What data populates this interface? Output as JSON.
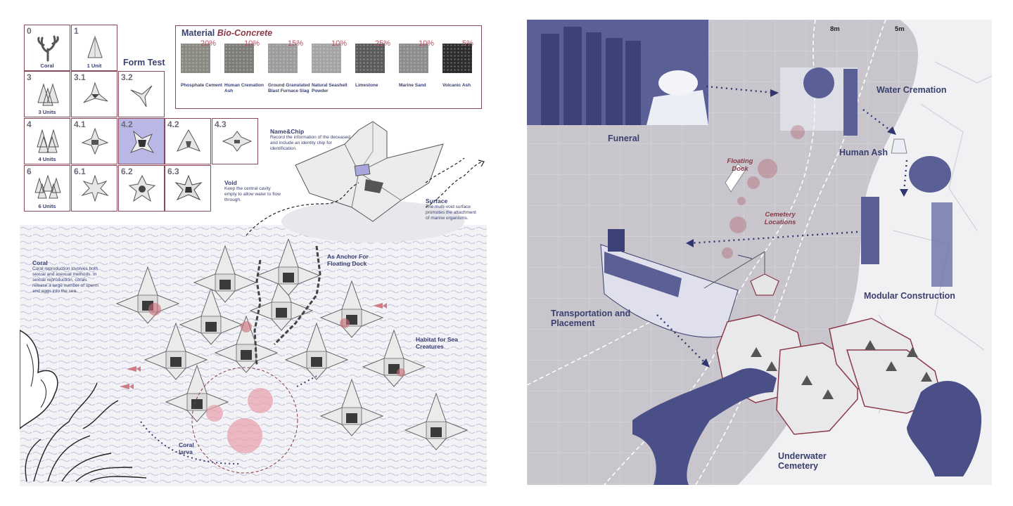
{
  "form_test": {
    "title": "Form Test",
    "cells": [
      {
        "num": "0",
        "caption": "Coral"
      },
      {
        "num": "1",
        "caption": "1 Unit"
      },
      {
        "num": "3",
        "caption": "3 Units"
      },
      {
        "num": "3.1",
        "caption": ""
      },
      {
        "num": "3.2",
        "caption": ""
      },
      {
        "num": "4",
        "caption": "4 Units"
      },
      {
        "num": "4.1",
        "caption": ""
      },
      {
        "num": "4.2",
        "caption": ""
      },
      {
        "num": "4.2",
        "caption": ""
      },
      {
        "num": "4.3",
        "caption": ""
      },
      {
        "num": "6",
        "caption": "6 Units"
      },
      {
        "num": "6.1",
        "caption": ""
      },
      {
        "num": "6.2",
        "caption": ""
      },
      {
        "num": "6.3",
        "caption": ""
      }
    ]
  },
  "material": {
    "title_prefix": "Material ",
    "title_emph": "Bio-Concrete",
    "accent": "#b05464",
    "items": [
      {
        "name": "Phosphate Cement",
        "percent": "20%"
      },
      {
        "name": "Human Cremation Ash",
        "percent": "10%"
      },
      {
        "name": "Ground Granulated Blast Furnace Slag",
        "percent": "15%"
      },
      {
        "name": "Natural Seashell Powder",
        "percent": "10%"
      },
      {
        "name": "Limestone",
        "percent": "25%"
      },
      {
        "name": "Marine Sand",
        "percent": "10%"
      },
      {
        "name": "Volcanic Ash",
        "percent": "5%"
      }
    ]
  },
  "annotations": {
    "name_chip": {
      "title": "Name&Chip",
      "body": "Record the information of the deceased and include an identity chip for identification."
    },
    "void": {
      "title": "Void",
      "body": "Keep the central cavity empty to allow water to flow through."
    },
    "surface": {
      "title": "Surface",
      "body": "The multi-void surface promotes the attachment of marine organisms."
    },
    "coral": {
      "title": "Coral",
      "body": "Coral reproduction involves both sexual and asexual methods. In sexual reproduction, corals release a large number of sperm and eggs into the sea."
    },
    "anchor": {
      "title": "As Anchor For Floating Dock"
    },
    "habitat": {
      "title": "Habitat for Sea Creatures"
    },
    "larva": {
      "title": "Coral larva"
    }
  },
  "process": {
    "depth_8m": "8m",
    "depth_5m": "5m",
    "funeral": "Funeral",
    "water_cremation": "Water Cremation",
    "human_ash": "Human Ash",
    "floating_dock": "Floating Dock",
    "cemetery_locations": "Cemetery Locations",
    "modular_construction": "Modular Construction",
    "transport": "Transportation and Placement",
    "underwater": "Underwater Cemetery",
    "colors": {
      "navy": "#3a3f6e",
      "wine": "#8a3a48",
      "panel": "#c8c6cc"
    }
  }
}
